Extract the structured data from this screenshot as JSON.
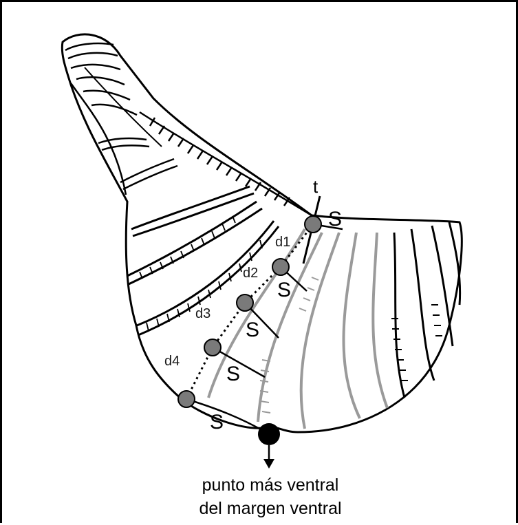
{
  "figure": {
    "colors": {
      "outline": "#000000",
      "rib_grey": "#9a9a9a",
      "point_grey": "#7a7a7a",
      "ventral_point": "#000000",
      "background": "#ffffff"
    },
    "labels": {
      "t": "t",
      "d1": "d1",
      "d2": "d2",
      "d3": "d3",
      "d4": "d4",
      "s_top": "S",
      "s_d2": "S",
      "s_d3": "S",
      "s_d4": "S",
      "s_bottom": "S"
    },
    "caption": {
      "line1": "punto más ventral",
      "line2": "del margen ventral"
    },
    "icons": {
      "ventral_arrow": "arrow-down-icon"
    }
  }
}
